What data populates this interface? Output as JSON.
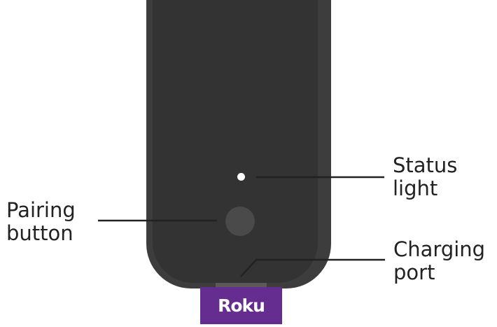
{
  "brand": {
    "logo_text": "Roku",
    "color": "#662d91"
  },
  "remote": {
    "body_color": "#333333",
    "edge_color": "#3d3d3d"
  },
  "callouts": {
    "status_light": {
      "line1": "Status",
      "line2": "light"
    },
    "pairing_button": {
      "line1": "Pairing",
      "line2": "button"
    },
    "charging_port": {
      "line1": "Charging",
      "line2": "port"
    }
  }
}
